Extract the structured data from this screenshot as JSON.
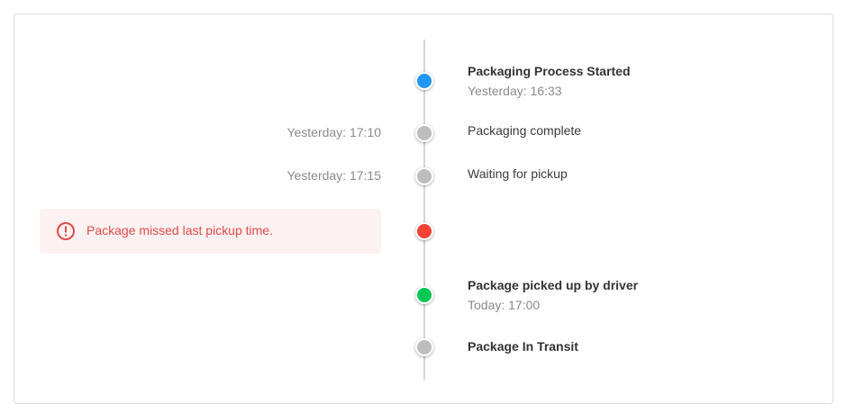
{
  "colors": {
    "active": "#2196f3",
    "inactive": "#bdbdbd",
    "error": "#f44336",
    "success": "#00c853"
  },
  "timeline": {
    "events": [
      {
        "title": "Packaging Process Started",
        "subtitle": "Yesterday: 16:33",
        "status": "active",
        "bold": true
      },
      {
        "title": "Packaging complete",
        "left_time": "Yesterday: 17:10",
        "status": "inactive"
      },
      {
        "title": "Waiting for pickup",
        "left_time": "Yesterday: 17:15",
        "status": "inactive"
      },
      {
        "status": "error",
        "alert": {
          "icon": "alert-circle-icon",
          "text": "Package missed last pickup time."
        }
      },
      {
        "title": "Package picked up by driver",
        "subtitle": "Today: 17:00",
        "status": "success",
        "bold": true
      },
      {
        "title": "Package In Transit",
        "status": "inactive",
        "bold": true
      }
    ]
  }
}
